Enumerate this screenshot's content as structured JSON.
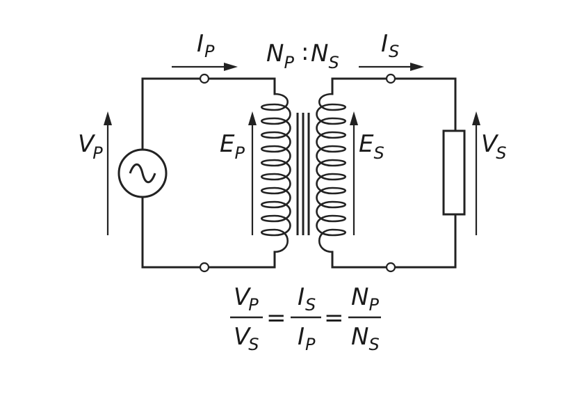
{
  "labels": {
    "ip": {
      "main": "I",
      "sub": "P"
    },
    "is": {
      "main": "I",
      "sub": "S"
    },
    "np": {
      "main": "N",
      "sub": "P"
    },
    "ns": {
      "main": "N",
      "sub": "S"
    },
    "ratio_colon": ":",
    "vp": {
      "main": "V",
      "sub": "P"
    },
    "vs": {
      "main": "V",
      "sub": "S"
    },
    "ep": {
      "main": "E",
      "sub": "P"
    },
    "es": {
      "main": "E",
      "sub": "S"
    },
    "source_symbol": "~"
  },
  "formula": {
    "f1_num": {
      "main": "V",
      "sub": "P"
    },
    "f1_den": {
      "main": "V",
      "sub": "S"
    },
    "f2_num": {
      "main": "I",
      "sub": "S"
    },
    "f2_den": {
      "main": "I",
      "sub": "P"
    },
    "f3_num": {
      "main": "N",
      "sub": "P"
    },
    "f3_den": {
      "main": "N",
      "sub": "S"
    },
    "equals": "="
  }
}
